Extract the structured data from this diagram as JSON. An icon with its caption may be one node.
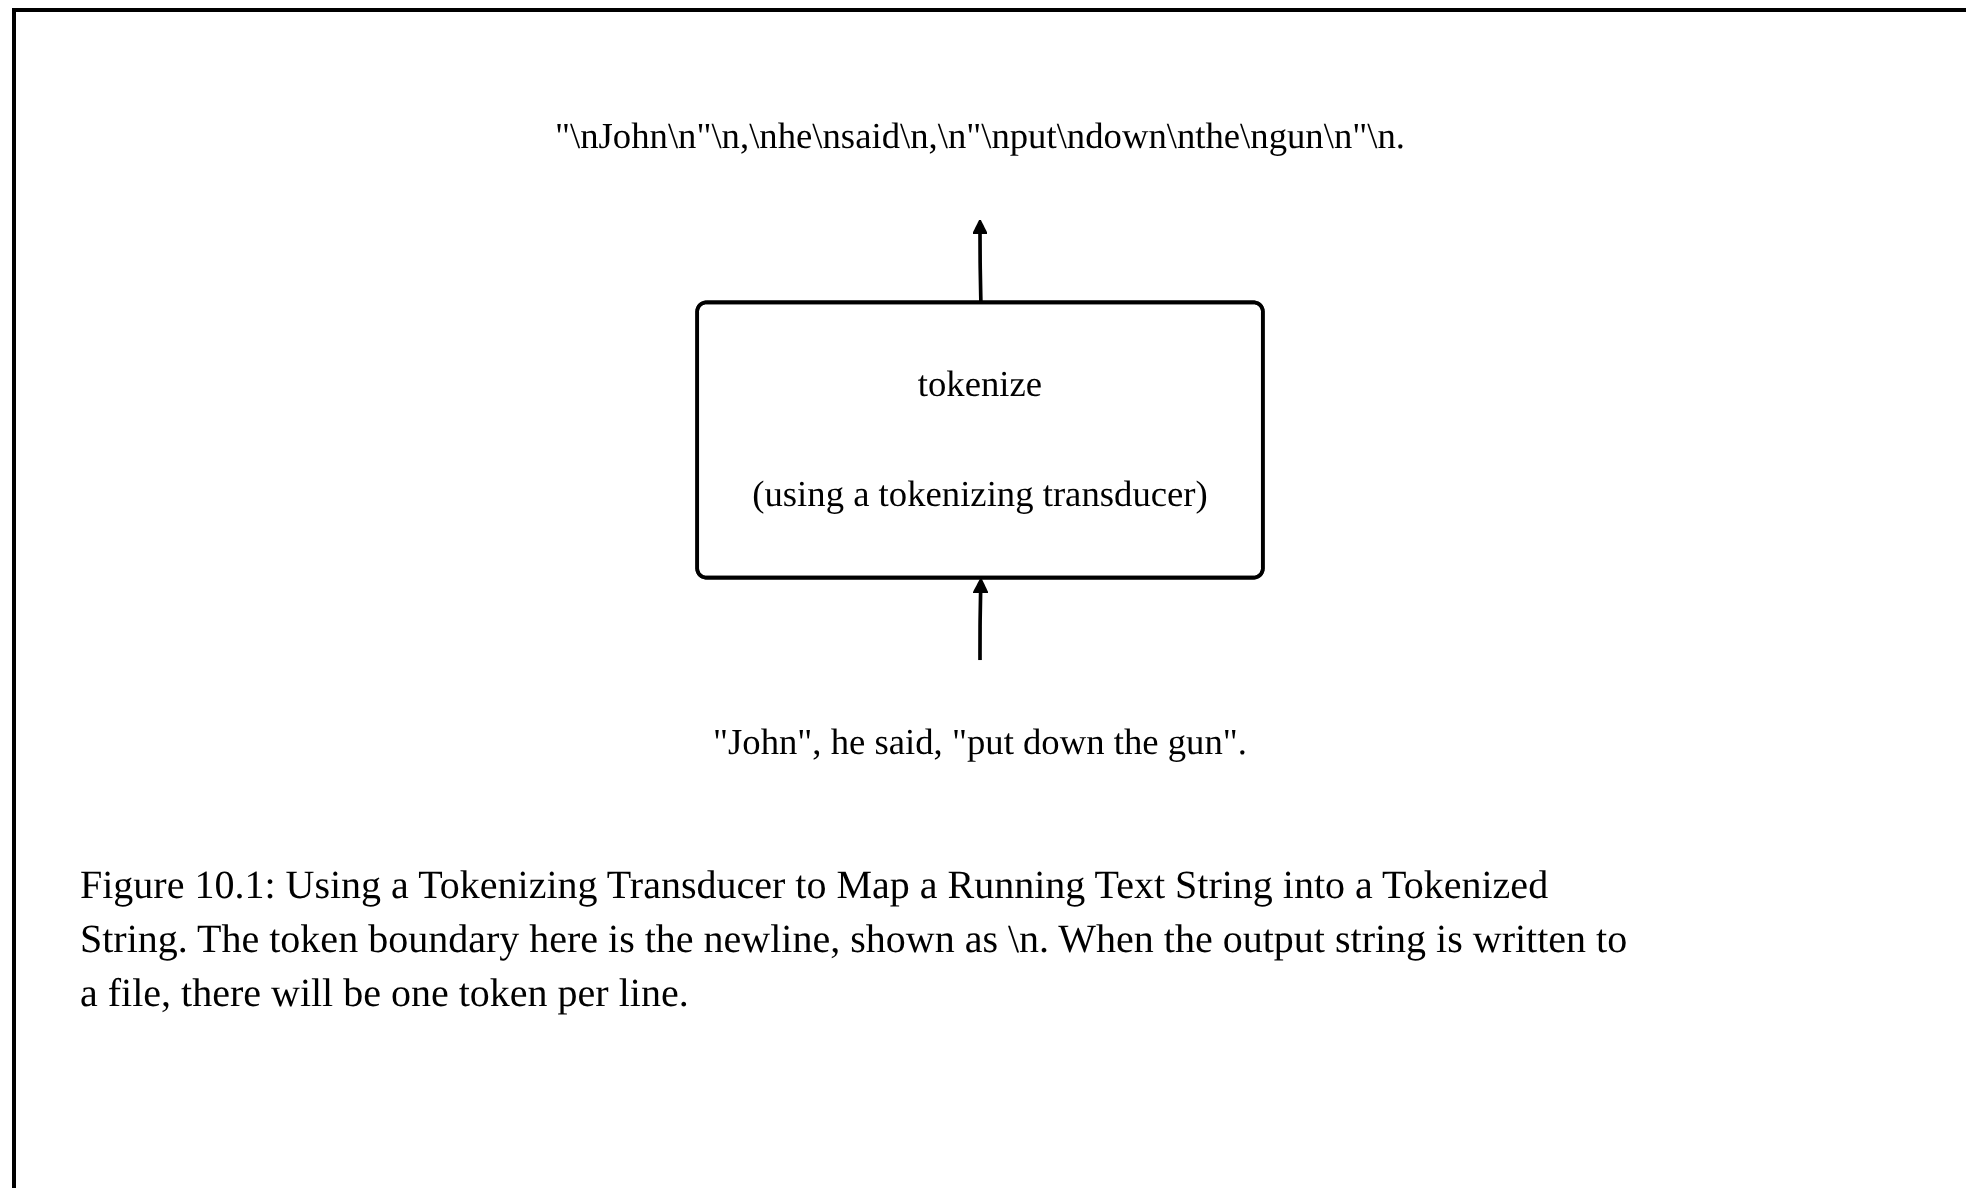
{
  "diagram": {
    "caption": "Figure 10.1: Using a Tokenizing Transducer to Map a Running Text String into a Tokenized String. The token boundary here is the newline, shown as \\n. When the output string is written to a file, there will be one token per line.",
    "nodes": [
      {
        "text": [
          "\"John\", he said, \"put down the gun\"."
        ]
      },
      {
        "text": [
          "tokenize",
          "(using a tokenizing transducer)"
        ]
      },
      {
        "text": [
          "\"\\nJohn\\n\"\\n,\\nhe\\nsaid\\n,\\n\"\\nput\\ndown\\nthe\\ngun\\n\"\\n."
        ]
      }
    ],
    "edges": [
      {
        "from": 0,
        "to": 1,
        "arrow": "to"
      },
      {
        "from": 1,
        "to": 2,
        "arrow": "to"
      }
    ]
  }
}
